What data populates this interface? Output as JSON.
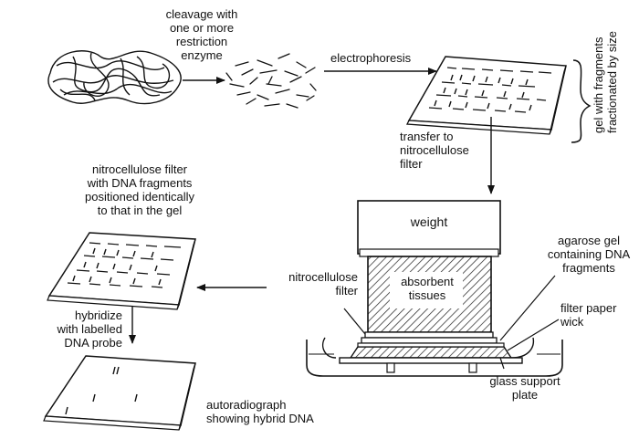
{
  "labels": {
    "cleavage": "cleavage with\none or more\nrestriction\nenzyme",
    "electrophoresis": "electrophoresis",
    "gel_fragments": "gel with fragments\nfractionated by size",
    "transfer": "transfer to\nnitrocellulose\nfilter",
    "nitro_filter_top": "nitrocellulose filter\nwith DNA fragments\npositioned identically\nto that in the gel",
    "weight": "weight",
    "agarose": "agarose gel\ncontaining DNA\nfragments",
    "absorbent": "absorbent\ntissues",
    "nitro_filter_side": "nitrocellulose\nfilter",
    "filter_paper": "filter paper\nwick",
    "hybridize": "hybridize\nwith labelled\nDNA probe",
    "glass": "glass support\nplate",
    "autorad": "autoradiograph\nshowing hybrid DNA"
  },
  "colors": {
    "ink": "#111111",
    "paper": "#ffffff"
  }
}
